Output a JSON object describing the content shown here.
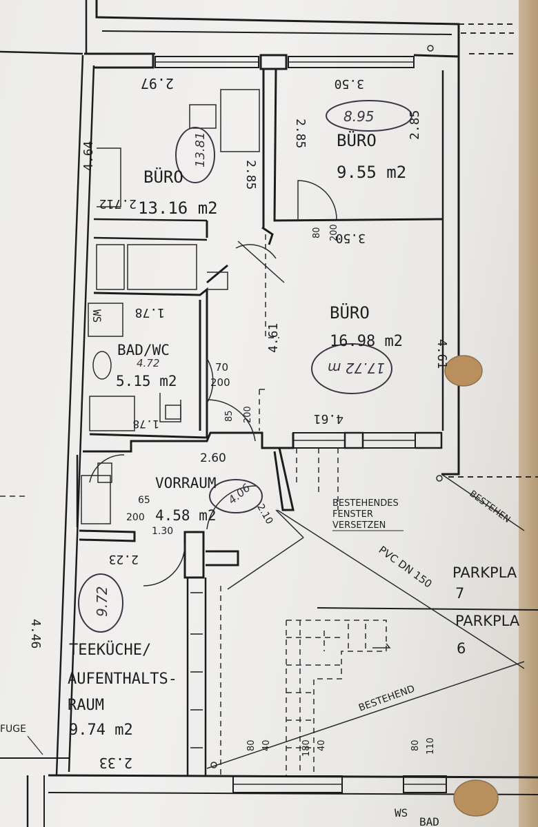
{
  "rooms": {
    "office_left": {
      "name": "BÜRO",
      "area": "13.16 m2",
      "hand_area": "13.81",
      "dim_width": "2.97",
      "dim_height": "2.85",
      "dim_left": "4.64",
      "dim_bottom": "2.712"
    },
    "office_right_top": {
      "name": "BÜRO",
      "area": "9.55 m2",
      "hand_area": "8.95",
      "dim_width": "3.50",
      "dim_left": "2.85",
      "dim_right": "2.85"
    },
    "office_center": {
      "name": "BÜRO",
      "area": "16.98 m2",
      "hand_area": "17.72 m",
      "dim_top": "3.50",
      "dim_left": "4.61",
      "dim_right": "4.61",
      "dim_bottom": "4.61"
    },
    "bath": {
      "name": "BAD/WC",
      "area": "5.15 m2",
      "hand_area": "4.72",
      "fixture": "WS",
      "dim_top": "1.78",
      "dim_bottom": "1.78"
    },
    "hall": {
      "name": "VORRAUM",
      "area": "4.58 m2",
      "hand_area": "4.06"
    },
    "kitchen": {
      "name_line1": "TEEKÜCHE/",
      "name_line2": "AUFENTHALTS-",
      "name_line3": "RAUM",
      "area": "9.74 m2",
      "hand_area": "9.72",
      "dim_top": "2.23",
      "dim_bottom": "2.33"
    }
  },
  "door_sizes": {
    "d1_width": "80",
    "d1_height": "200",
    "d2_width": "70",
    "d2_height": "200",
    "d3_width": "85",
    "d3_height": "200",
    "d4_width": "65",
    "d4_height": "200",
    "hall_door": "2.60",
    "hall_opening": "2.10",
    "corner": "1.30"
  },
  "annotations": {
    "window_note_1": "BESTEHENDES",
    "window_note_2": "FENSTER",
    "window_note_3": "VERSETZEN",
    "pipe": "PVC DN 150",
    "existing": "BESTEHEND",
    "existing_top": "BESTEHEN",
    "parking_1": "PARKPLA",
    "parking_1_no": "7",
    "parking_2": "PARKPLA",
    "parking_2_no": "6",
    "joint": "FUGE",
    "outer_dim": "4.46",
    "stair_nums": [
      "80",
      "40",
      "180",
      "40",
      "80",
      "110"
    ],
    "ws_bottom": "WS",
    "bad_bottom": "BAD"
  },
  "colors": {
    "paper": "#ecebe8",
    "ink": "#1c1c1c",
    "pencil": "#3c3444",
    "wood": "#b59a74"
  }
}
